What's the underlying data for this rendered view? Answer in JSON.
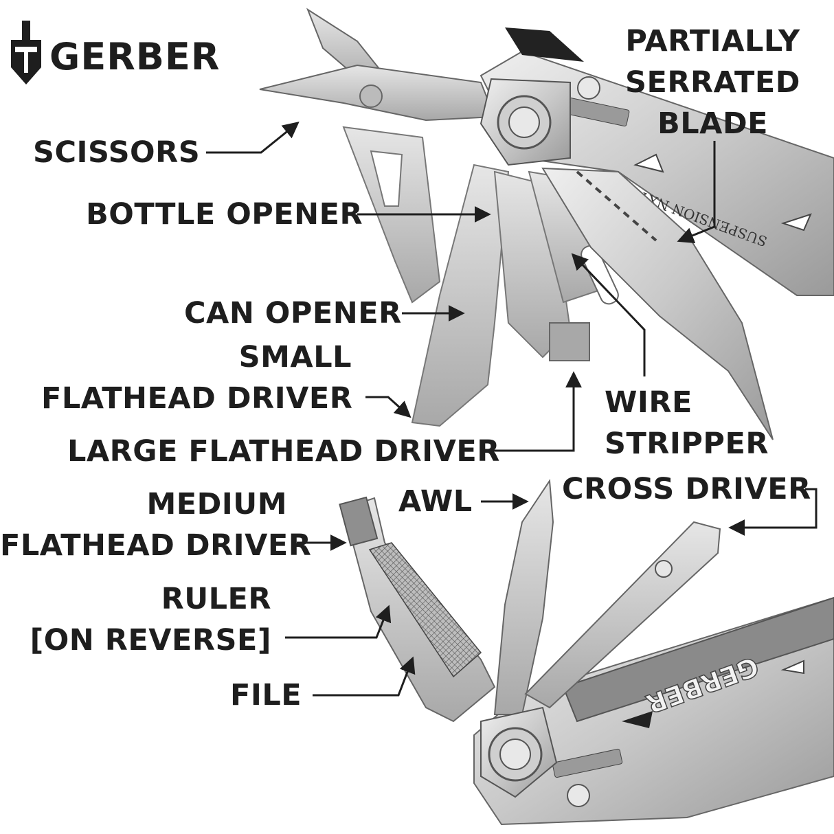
{
  "brand": {
    "name": "GERBER"
  },
  "labels": {
    "partially_serrated_blade": [
      "PARTIALLY",
      "SERRATED",
      "BLADE"
    ],
    "scissors": "SCISSORS",
    "bottle_opener": "BOTTLE OPENER",
    "can_opener": "CAN OPENER",
    "small_flathead_driver": [
      "SMALL",
      "FLATHEAD DRIVER"
    ],
    "large_flathead_driver": "LARGE FLATHEAD DRIVER",
    "wire_stripper": [
      "WIRE",
      "STRIPPER"
    ],
    "cross_driver": "CROSS DRIVER",
    "awl": "AWL",
    "medium_flathead_driver": [
      "MEDIUM",
      "FLATHEAD DRIVER"
    ],
    "ruler": [
      "RULER",
      "[ON REVERSE]"
    ],
    "file": "FILE"
  },
  "engravings": {
    "top_handle": "SUSPENSION NXT",
    "bottom_handle": "GERBER"
  },
  "colors": {
    "text": "#1e1e1e",
    "steel_light": "#d8d8d8",
    "steel_mid": "#b4b4b4",
    "steel_dark": "#7a7a7a"
  }
}
